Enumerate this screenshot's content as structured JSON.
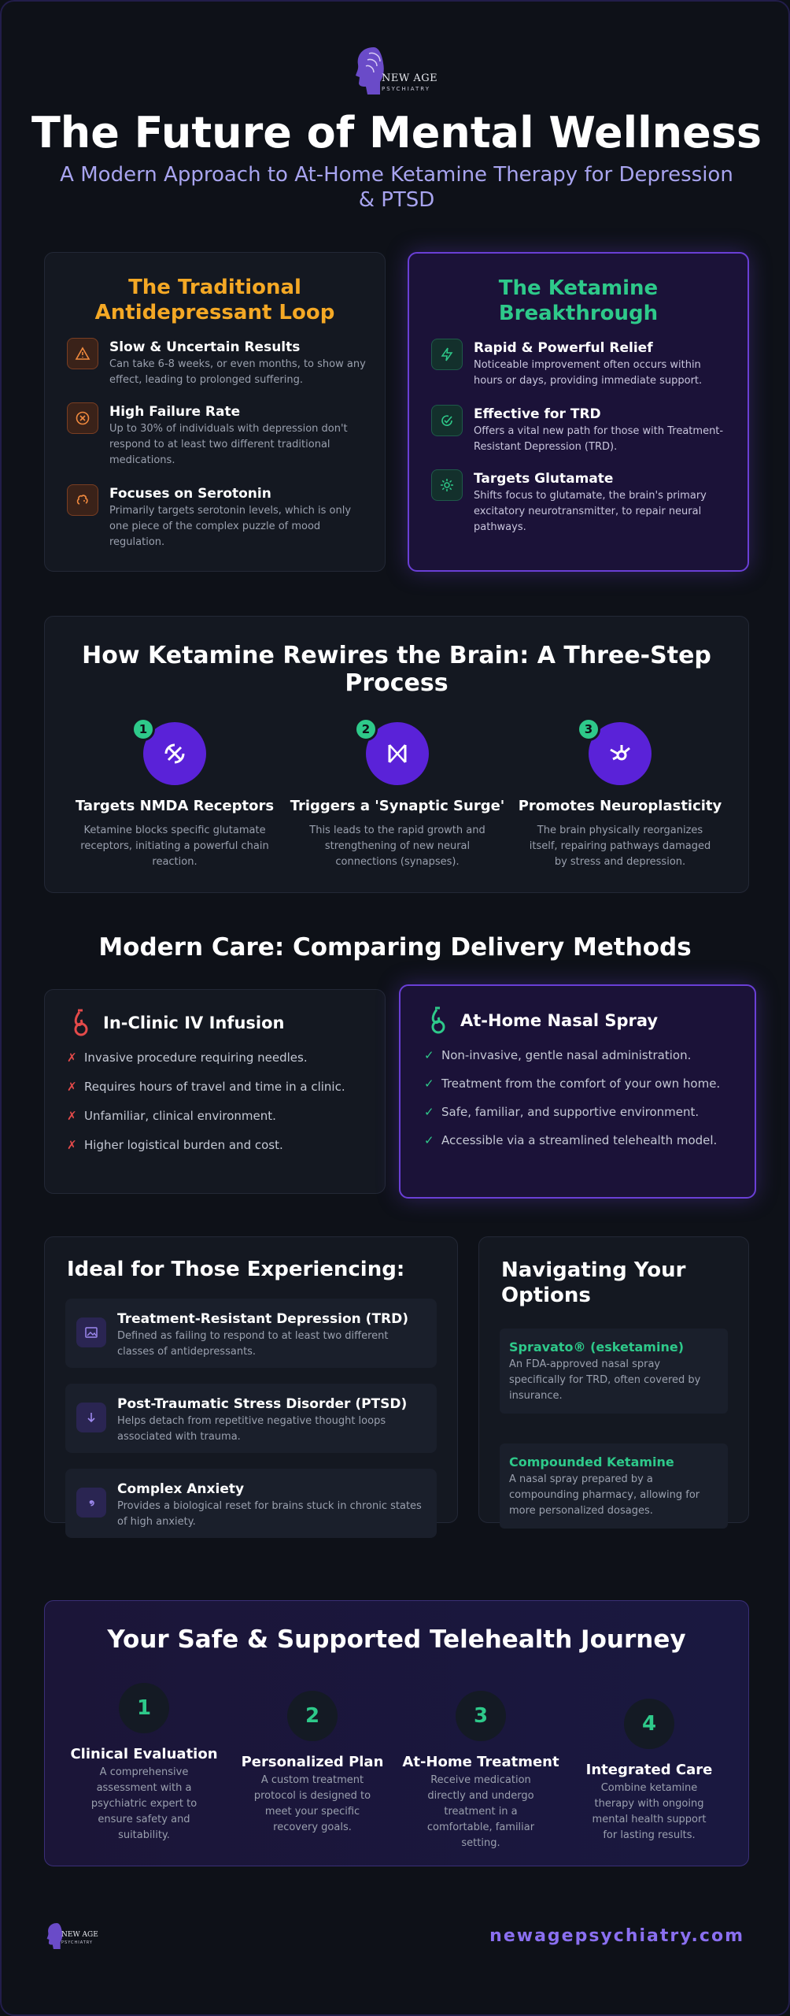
{
  "brand": {
    "logo_line1": "NEW AGE",
    "logo_line2": "PSYCHIATRY",
    "url": "newagepsychiatry.com",
    "accent_purple": "#5a22d8",
    "accent_green": "#2ec98a",
    "accent_orange": "#f4a825"
  },
  "header": {
    "title": "The Future of Mental Wellness",
    "subtitle": "A Modern Approach to At-Home Ketamine Therapy for Depression & PTSD"
  },
  "comparison": {
    "traditional": {
      "title": "The Traditional Antidepressant Loop",
      "items": [
        {
          "icon": "warning-icon",
          "title": "Slow & Uncertain Results",
          "desc": "Can take 6-8 weeks, or even months, to show any effect, leading to prolonged suffering."
        },
        {
          "icon": "x-circle-icon",
          "title": "High Failure Rate",
          "desc": "Up to 30% of individuals with depression don't respond to at least two different traditional medications."
        },
        {
          "icon": "brain-icon",
          "title": "Focuses on Serotonin",
          "desc": "Primarily targets serotonin levels, which is only one piece of the complex puzzle of mood regulation."
        }
      ]
    },
    "ketamine": {
      "title": "The Ketamine Breakthrough",
      "items": [
        {
          "icon": "lightning-icon",
          "title": "Rapid & Powerful Relief",
          "desc": "Noticeable improvement often occurs within hours or days, providing immediate support."
        },
        {
          "icon": "check-circle-icon",
          "title": "Effective for TRD",
          "desc": "Offers a vital new path for those with Treatment-Resistant Depression (TRD)."
        },
        {
          "icon": "gear-icon",
          "title": "Targets Glutamate",
          "desc": "Shifts focus to glutamate, the brain's primary excitatory neurotransmitter, to repair neural pathways."
        }
      ]
    }
  },
  "process": {
    "title": "How Ketamine Rewires the Brain: A Three-Step Process",
    "steps": [
      {
        "num": "1",
        "title": "Targets NMDA Receptors",
        "desc": "Ketamine blocks specific glutamate receptors, initiating a powerful chain reaction."
      },
      {
        "num": "2",
        "title": "Triggers a 'Synaptic Surge'",
        "desc": "This leads to the rapid growth and strengthening of new neural connections (synapses)."
      },
      {
        "num": "3",
        "title": "Promotes Neuroplasticity",
        "desc": "The brain physically reorganizes itself, repairing pathways damaged by stress and depression."
      }
    ]
  },
  "delivery": {
    "title": "Modern Care: Comparing Delivery Methods",
    "iv": {
      "title": "In-Clinic IV Infusion",
      "cons": [
        "Invasive procedure requiring needles.",
        "Requires hours of travel and time in a clinic.",
        "Unfamiliar, clinical environment.",
        "Higher logistical burden and cost."
      ]
    },
    "nasal": {
      "title": "At-Home Nasal Spray",
      "pros": [
        "Non-invasive, gentle nasal administration.",
        "Treatment from the comfort of your own home.",
        "Safe, familiar, and supportive environment.",
        "Accessible via a streamlined telehealth model."
      ]
    }
  },
  "ideal": {
    "title": "Ideal for Those Experiencing:",
    "items": [
      {
        "icon": "image-icon",
        "title": "Treatment-Resistant Depression (TRD)",
        "desc": "Defined as failing to respond to at least two different classes of antidepressants."
      },
      {
        "icon": "arrow-down-icon",
        "title": "Post-Traumatic Stress Disorder (PTSD)",
        "desc": "Helps detach from repetitive negative thought loops associated with trauma."
      },
      {
        "icon": "spiral-icon",
        "title": "Complex Anxiety",
        "desc": "Provides a biological reset for brains stuck in chronic states of high anxiety."
      }
    ]
  },
  "options": {
    "title": "Navigating Your Options",
    "items": [
      {
        "title": "Spravato® (esketamine)",
        "desc": "An FDA-approved nasal spray specifically for TRD, often covered by insurance."
      },
      {
        "title": "Compounded Ketamine",
        "desc": "A nasal spray prepared by a compounding pharmacy, allowing for more personalized dosages."
      }
    ]
  },
  "journey": {
    "title": "Your Safe & Supported Telehealth Journey",
    "steps": [
      {
        "num": "1",
        "title": "Clinical Evaluation",
        "desc": "A comprehensive assessment with a psychiatric expert to ensure safety and suitability."
      },
      {
        "num": "2",
        "title": "Personalized Plan",
        "desc": "A custom treatment protocol is designed to meet your specific recovery goals."
      },
      {
        "num": "3",
        "title": "At-Home Treatment",
        "desc": "Receive medication directly and undergo treatment in a comfortable, familiar setting."
      },
      {
        "num": "4",
        "title": "Integrated Care",
        "desc": "Combine ketamine therapy with ongoing mental health support for lasting results."
      }
    ]
  }
}
